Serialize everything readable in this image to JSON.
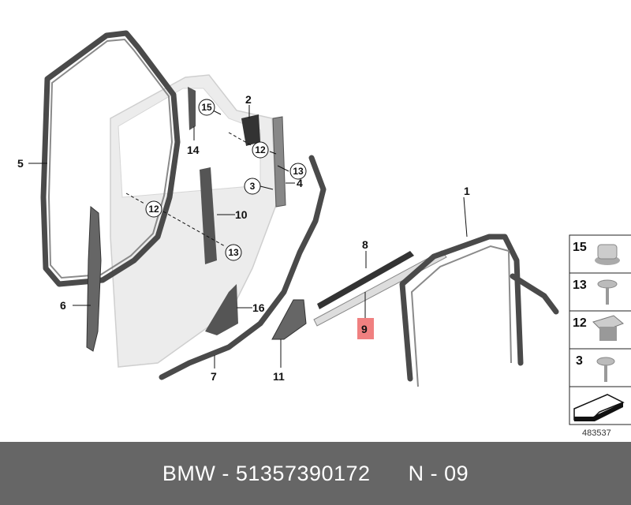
{
  "diagram": {
    "callouts": {
      "c5": "5",
      "c2": "2",
      "c15": "15",
      "c14": "14",
      "c12a": "12",
      "c13a": "13",
      "c3": "3",
      "c4": "4",
      "c12b": "12",
      "c10": "10",
      "c13b": "13",
      "c1": "1",
      "c8": "8",
      "c9": "9",
      "c6": "6",
      "c16": "16",
      "c7": "7",
      "c11": "11"
    },
    "highlight_color": "#f08080",
    "legend": [
      {
        "num": "15",
        "icon": "clip-nut-icon"
      },
      {
        "num": "13",
        "icon": "screw-icon"
      },
      {
        "num": "12",
        "icon": "clip-nut-icon"
      },
      {
        "num": "3",
        "icon": "screw-icon"
      }
    ],
    "drawing_number": "483537"
  },
  "footer": {
    "brand": "BMW",
    "part_number": "51357390172",
    "variant": "N - 09"
  }
}
